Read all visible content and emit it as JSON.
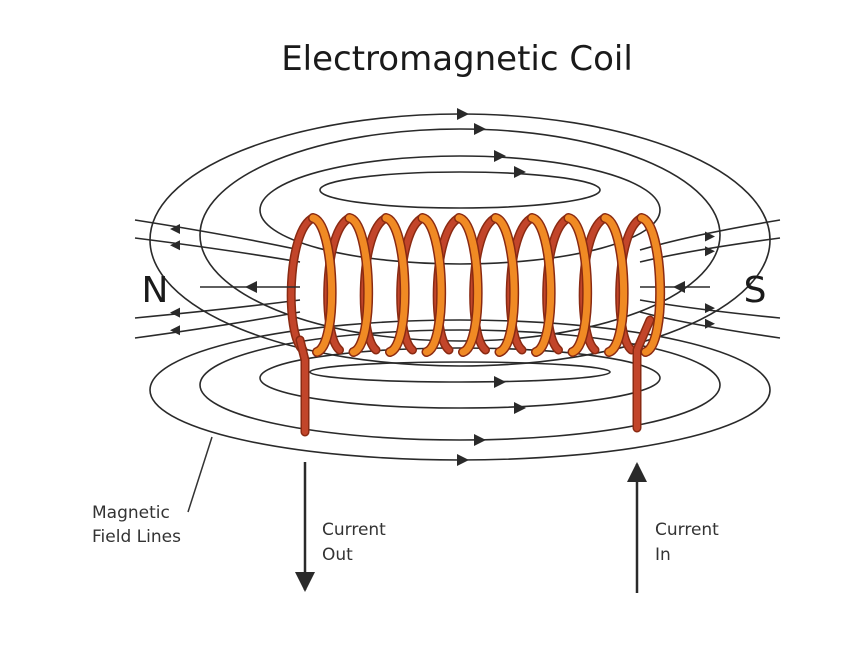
{
  "title": "Electromagnetic Coil",
  "poles": {
    "north": "N",
    "south": "S"
  },
  "labels": {
    "field_lines": [
      "Magnetic",
      "Field Lines"
    ],
    "current_out": [
      "Current",
      "Out"
    ],
    "current_in": [
      "Current",
      "In"
    ]
  },
  "colors": {
    "coil_front": "#f08a24",
    "coil_back": "#c2452a",
    "coil_outline": "#8a2a12",
    "field_line": "#2a2a2a"
  }
}
